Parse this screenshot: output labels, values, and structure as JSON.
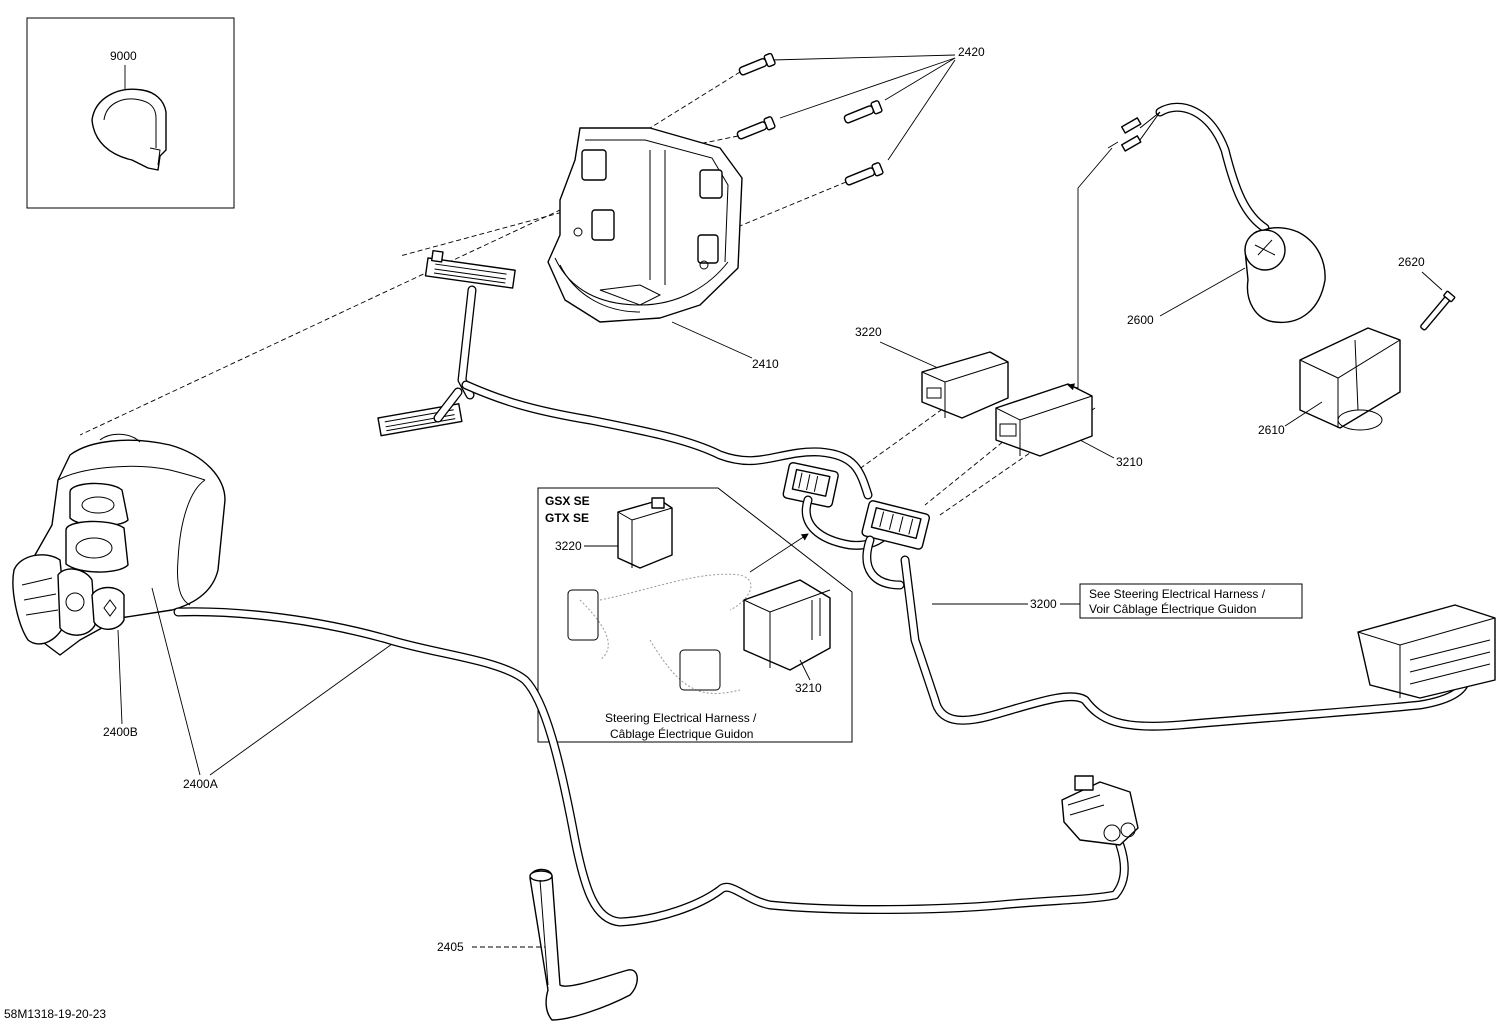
{
  "diagram": {
    "drawing_number": "58M1318-19-20-23",
    "callouts": {
      "p9000": "9000",
      "p2420": "2420",
      "p2410": "2410",
      "p2600": "2600",
      "p2620": "2620",
      "p2610": "2610",
      "p3220": "3220",
      "p3210": "3210",
      "p3200": "3200",
      "p2400B": "2400B",
      "p2400A": "2400A",
      "p2405": "2405"
    },
    "inset": {
      "models": [
        "GSX SE",
        "GTX SE"
      ],
      "callout_3220": "3220",
      "callout_3210": "3210",
      "caption_line1": "Steering Electrical Harness /",
      "caption_line2": "Câblage Électrique Guidon"
    },
    "reference_note": {
      "line1": "See Steering Electrical Harness /",
      "line2": "Voir Câblage Électrique Guidon"
    }
  }
}
